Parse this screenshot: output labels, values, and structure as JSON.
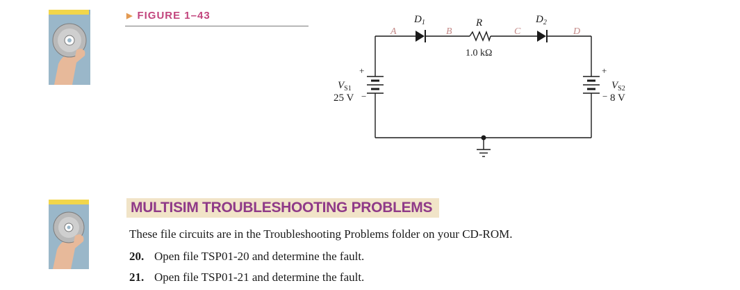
{
  "figure": {
    "label": "FIGURE 1–43"
  },
  "circuit": {
    "nodes": {
      "a": "A",
      "b": "B",
      "c": "C",
      "d": "D"
    },
    "d1": {
      "name": "D",
      "sub": "1"
    },
    "d2": {
      "name": "D",
      "sub": "2"
    },
    "resistor": {
      "name": "R",
      "value": "1.0 kΩ"
    },
    "vs1": {
      "name": "V",
      "sub": "S1",
      "value": "25 V",
      "plus": "+",
      "minus": "−"
    },
    "vs2": {
      "name": "V",
      "sub": "S2",
      "value": "8 V",
      "plus": "+",
      "minus": "−"
    }
  },
  "section": {
    "title": "MULTISIM TROUBLESHOOTING PROBLEMS",
    "intro": "These file circuits are in the Troubleshooting Problems folder on your CD-ROM.",
    "problems": [
      {
        "number": "20.",
        "text": "Open file TSP01-20 and determine the fault."
      },
      {
        "number": "21.",
        "text": "Open file TSP01-21 and determine the fault."
      }
    ]
  },
  "colors": {
    "figure_label": "#c2457d",
    "section_title": "#8f3a88",
    "section_bg": "#f1e4c8",
    "node_labels": "#c48a88",
    "badge_tab": "#f2d64a"
  },
  "icons": [
    "cd-rom-hand-icon",
    "cd-rom-hand-icon"
  ]
}
